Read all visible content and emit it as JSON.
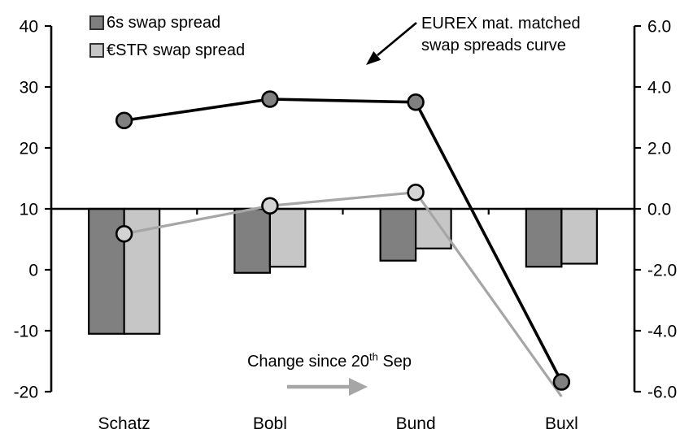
{
  "legend": {
    "items": [
      {
        "label": "6s swap spread",
        "color": "#808080"
      },
      {
        "label": "€STR swap spread",
        "color": "#C6C6C6"
      }
    ]
  },
  "annotations": {
    "eurex": {
      "line1": "EUREX mat. matched",
      "line2": "swap spreads curve"
    },
    "change": {
      "prefix": "Change since 20",
      "sup": "th",
      "suffix": " Sep"
    }
  },
  "colors": {
    "background": "#FFFFFF",
    "text": "#000000",
    "axis": "#000000",
    "bar_border": "#000000",
    "marker_border": "#000000",
    "dark_gray": "#808080",
    "light_gray": "#C6C6C6",
    "light_marker_fill": "#D3D3D3",
    "gray_line": "#A6A6A6",
    "gray_arrow": "#A6A6A6"
  },
  "chart_data": {
    "type": "combo bar + line, dual axis",
    "categories": [
      "Schatz",
      "Bobl",
      "Bund",
      "Buxl"
    ],
    "left_axis": {
      "min": -20,
      "max": 40,
      "ticks": [
        40,
        30,
        20,
        10,
        0,
        -10,
        -20
      ],
      "tick_labels": [
        "40",
        "30",
        "20",
        "10",
        "0",
        "-10",
        "-20"
      ],
      "applies_to": "line series (swap spread levels)"
    },
    "right_axis": {
      "min": -6,
      "max": 6,
      "ticks": [
        6,
        4,
        2,
        0,
        -2,
        -4,
        -6
      ],
      "tick_labels": [
        "6.0",
        "4.0",
        "2.0",
        "0.0",
        "-2.0",
        "-4.0",
        "-6.0"
      ],
      "applies_to": "bar series (change since 20th Sep)"
    },
    "bar_series": [
      {
        "name": "6s swap spread change",
        "name_key": "6s-change",
        "axis": "right",
        "color": "#808080",
        "values": [
          -4.1,
          -2.1,
          -1.7,
          -1.9
        ]
      },
      {
        "name": "€STR swap spread change",
        "name_key": "estr-change",
        "axis": "right",
        "color": "#C6C6C6",
        "values": [
          -4.1,
          -1.9,
          -1.3,
          -1.8
        ]
      }
    ],
    "line_series": [
      {
        "name": "€STR swap spread curve",
        "name_key": "estr-curve",
        "axis": "left",
        "color": "#A6A6A6",
        "marker_fill": "#D3D3D3",
        "width": 3.2,
        "values": [
          5.9,
          10.5,
          12.7,
          -20.8
        ],
        "markers": [
          true,
          true,
          true,
          false
        ]
      },
      {
        "name": "6s swap spread curve",
        "name_key": "6s-curve",
        "axis": "left",
        "color": "#000000",
        "marker_fill": "#808080",
        "width": 3.6,
        "values": [
          24.5,
          28.0,
          27.5,
          -18.4
        ],
        "markers": [
          true,
          true,
          true,
          true
        ]
      }
    ],
    "legend_position": "top-left inside plot",
    "grid": false
  }
}
